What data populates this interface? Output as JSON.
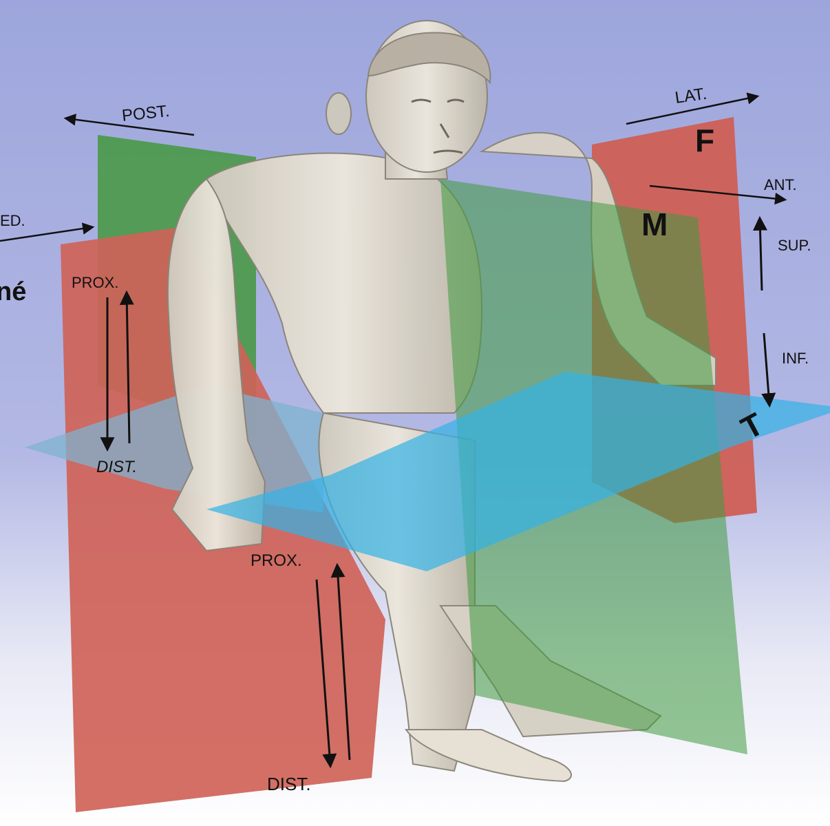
{
  "labels": {
    "post": "POST.",
    "lat": "LAT.",
    "ant": "ANT.",
    "med": "ED.",
    "sup": "SUP.",
    "inf": "INF.",
    "prox_left": "PROX.",
    "dist_left": "DIST.",
    "prox_bottom": "PROX.",
    "dist_bottom": "DIST."
  },
  "planes": {
    "frontal": "F",
    "median": "M",
    "transverse": "T"
  },
  "edge_text": "né",
  "colors": {
    "frontal_plane": "#d2645a",
    "median_plane": "#55a056",
    "transverse_plane": "#38b6e2",
    "background": "#a8aede",
    "arrow": "#111111"
  }
}
